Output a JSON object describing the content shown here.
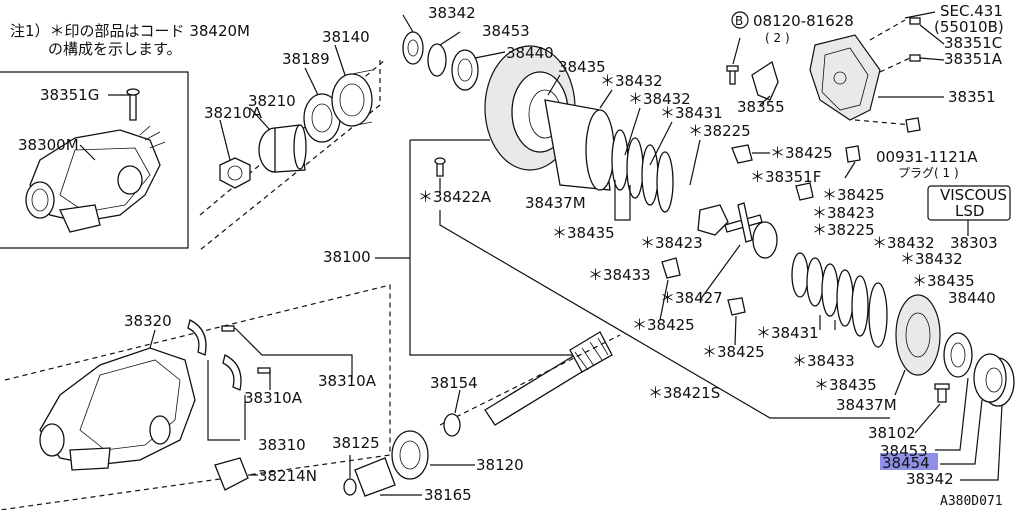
{
  "note": {
    "line1": "注1）＊印の部品はコード 38420M",
    "line2": "の構成を示します。"
  },
  "labels": {
    "l38342a": "38342",
    "l38453a": "38453",
    "l38440a": "38440",
    "l38140": "38140",
    "l38189": "38189",
    "l38210": "38210",
    "l38210a": "38210A",
    "l38351g": "38351G",
    "l38300m": "38300M",
    "l38435a": "38435",
    "l38432a": "＊38432",
    "l38432b": "＊38432",
    "l38431a": "＊38431",
    "l38225a": "＊38225",
    "l38437ma": "38437M",
    "l38435b": "＊38435",
    "l38423a": "＊38423",
    "l38433a": "＊38433",
    "l38422a": "＊38422A",
    "l38100": "38100",
    "bolt_code": "08120-81628",
    "bolt_qty": "( 2 )",
    "bolt_mark": "B",
    "l38355": "38355",
    "sec_ref": "SEC.431",
    "sec_ref2": "(55010B)",
    "l38351c": "38351C",
    "l38351a": "38351A",
    "l38351": "38351",
    "plug_code": "00931-1121A",
    "plug_name": "プラグ( 1 )",
    "l38425a": "＊38425",
    "l38351f": "＊38351F",
    "l38425b": "＊38425",
    "viscous1": "VISCOUS",
    "viscous2": "LSD",
    "l38303": "38303",
    "l38423b": "＊38423",
    "l38225b": "＊38225",
    "l38432c": "＊38432",
    "l38432d": "＊38432",
    "l38435c": "＊38435",
    "l38440b": "38440",
    "l38427": "＊38427",
    "l38431b": "＊38431",
    "l38425c": "＊38425",
    "l38425d": "＊38425",
    "l38433b": "＊38433",
    "l38435d": "＊38435",
    "l38437mb": "38437M",
    "l38421s": "＊38421S",
    "l38320": "38320",
    "l38310a1": "38310A",
    "l38310a2": "38310A",
    "l38310": "38310",
    "l38214n": "38214N",
    "l38154": "38154",
    "l38125": "38125",
    "l38120": "38120",
    "l38165": "38165",
    "l38102": "38102",
    "l38453b": "38453",
    "l38454": "38454",
    "l38342b": "38342",
    "diagram_id": "A380D071"
  },
  "highlight": {
    "color": "#8f8fe6"
  },
  "colors": {
    "ink": "#111111",
    "paper": "#ffffff"
  }
}
